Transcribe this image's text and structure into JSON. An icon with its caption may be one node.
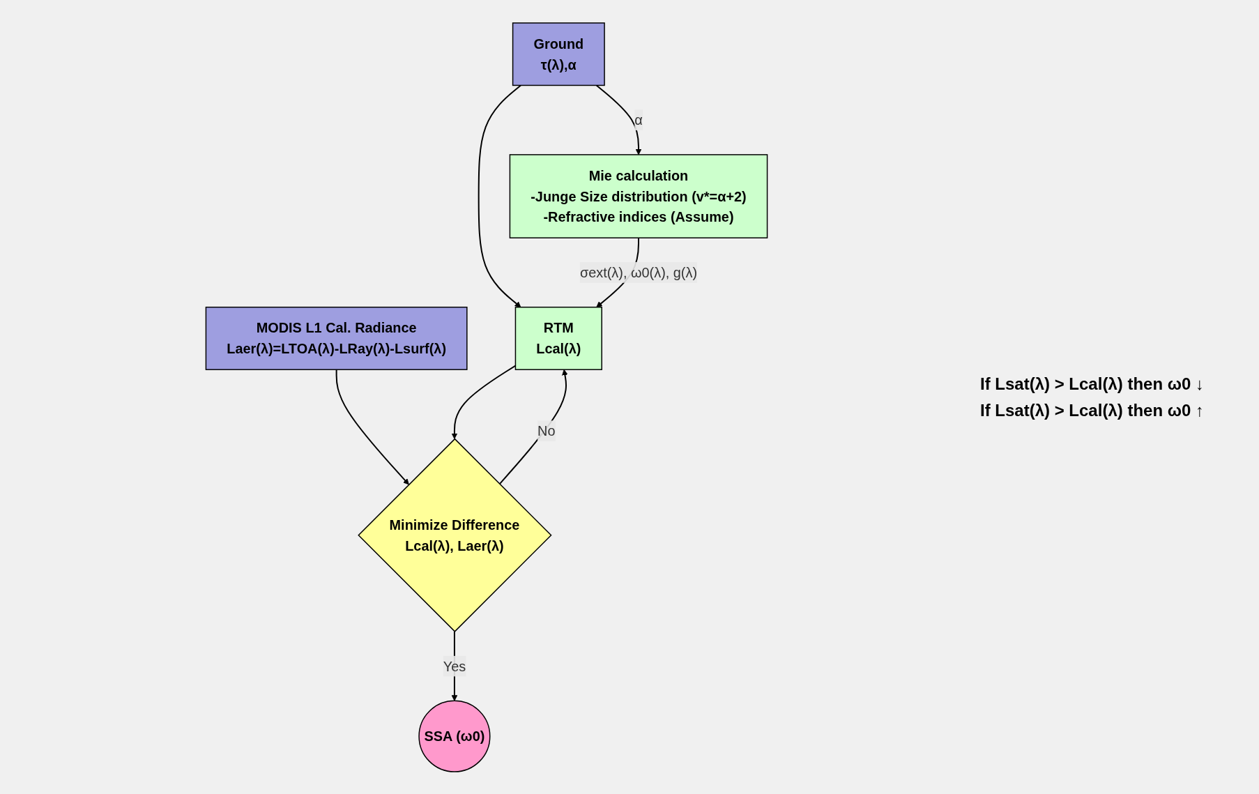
{
  "diagram": {
    "nodes": [
      {
        "text": [
          "Ground",
          "τ(λ),α"
        ]
      },
      {
        "text": [
          "MODIS L1 Cal. Radiance",
          "Laer(λ)=LTOA(λ)-LRay(λ)-Lsurf(λ)"
        ]
      },
      {
        "text": [
          "RTM",
          "Lcal(λ)"
        ]
      },
      {
        "text": [
          "Minimize Difference",
          "Lcal(λ), Laer(λ)"
        ]
      },
      {
        "text": [
          "Mie calculation",
          "-Junge Size distribution (v*=α+2)",
          "-Refractive indices (Assume)"
        ]
      },
      {
        "text": [
          "SSA (ω0)"
        ]
      }
    ],
    "edges": [
      {
        "from": 0,
        "to": 2,
        "arrow": "to"
      },
      {
        "from": 1,
        "to": 3,
        "arrow": "to"
      },
      {
        "from": 2,
        "to": 3,
        "arrow": "to"
      },
      {
        "from": 3,
        "to": 2,
        "arrow": "to",
        "label": "No"
      },
      {
        "from": 3,
        "to": 5,
        "arrow": "to",
        "label": "Yes"
      },
      {
        "from": 0,
        "to": 4,
        "arrow": "to",
        "label": "α"
      },
      {
        "from": 4,
        "to": 2,
        "arrow": "to",
        "label": "σext(λ), ω0(λ), g(λ)"
      }
    ],
    "labels": [
      "If Lsat(λ) > Lcal(λ) then ω0 ↓",
      "If Lsat(λ) > Lcal(λ) then ω0 ↑"
    ]
  }
}
